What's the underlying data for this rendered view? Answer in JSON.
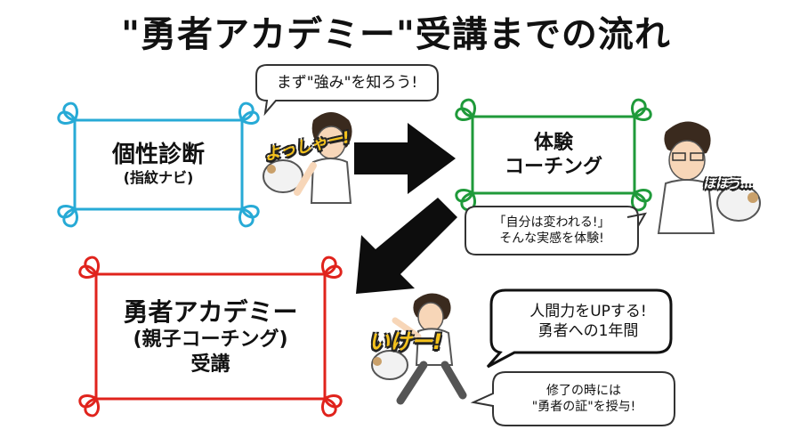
{
  "title": "\"勇者アカデミー\"受講までの流れ",
  "steps": [
    {
      "line1": "個性診断",
      "line2": "(指紋ナビ)",
      "color": "#27aad6"
    },
    {
      "line1": "体験",
      "line2": "コーチング",
      "color": "#1f9a3a"
    },
    {
      "line1": "勇者アカデミー",
      "line2": "(親子コーチング)",
      "line3": "受講",
      "color": "#e0231c"
    }
  ],
  "bubbles": {
    "step1": "まず\"強み\"を知ろう!",
    "step2_line1": "「自分は変われる!」",
    "step2_line2": "そんな実感を体験!",
    "step3a_line1": "人間力をUPする!",
    "step3a_line2": "勇者への1年間",
    "step3b_line1": "修了の時には",
    "step3b_line2": "\"勇者の証\"を授与!"
  },
  "stickers": {
    "s1": "よっしゃー!",
    "s2": "ほほう…",
    "s3": "いけー!"
  },
  "colors": {
    "arrow": "#0d0d0d",
    "sticker": "#f4c21d"
  }
}
